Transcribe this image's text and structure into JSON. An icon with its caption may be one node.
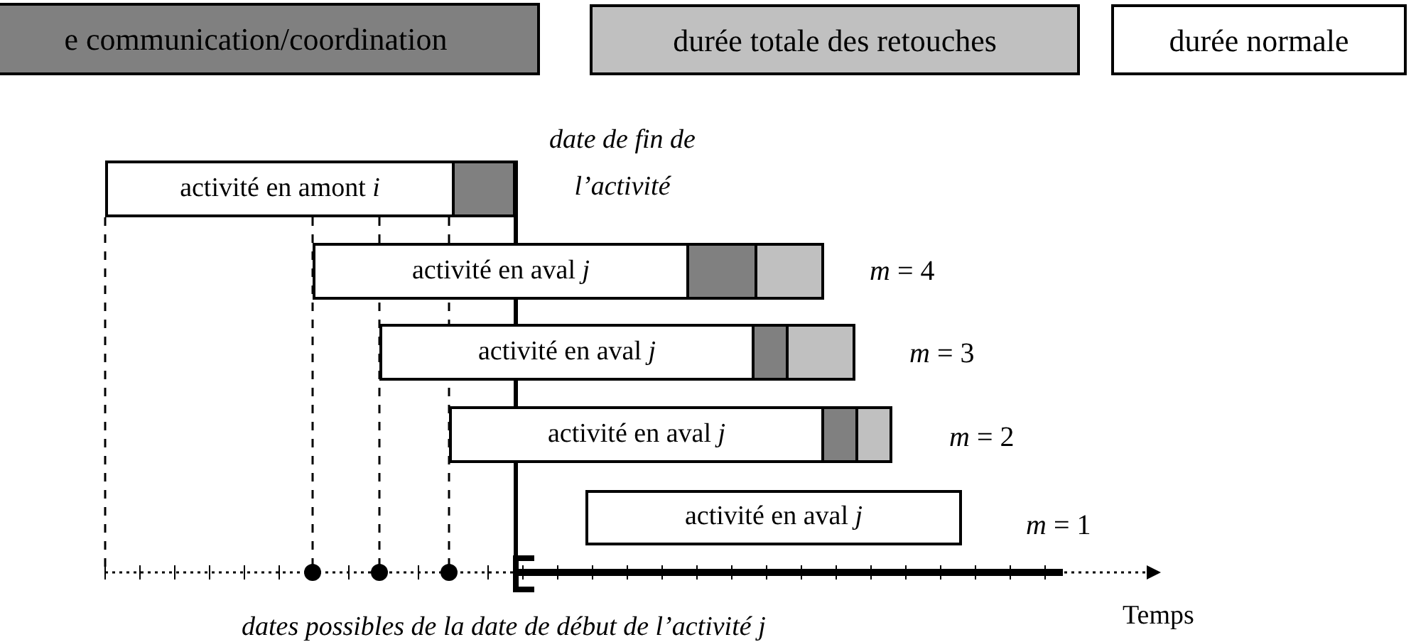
{
  "diagram": {
    "nodes": [
      {
        "text": [
          "activité en amont *i*"
        ]
      },
      {
        "text": [
          "activité en aval *j*"
        ],
        "beside": [
          "*m* = 4"
        ]
      },
      {
        "text": [
          "activité en aval *j*"
        ],
        "beside": [
          "*m* = 3"
        ]
      },
      {
        "text": [
          "activité en aval *j*"
        ],
        "beside": [
          "*m* = 2"
        ]
      },
      {
        "text": [
          "activité en aval *j*"
        ],
        "beside": [
          "*m* = 1"
        ]
      }
    ],
    "labels": [
      "date de fin de l’activité",
      "Temps",
      "dates possibles de la date de début de l’activité *j*"
    ],
    "legend": [
      {
        "text": "e communication/coordination",
        "color": "#808080"
      },
      {
        "text": "durée totale des retouches",
        "color": "#c0c0c0"
      },
      {
        "text": "durée normale",
        "color": "#ffffff"
      }
    ]
  }
}
